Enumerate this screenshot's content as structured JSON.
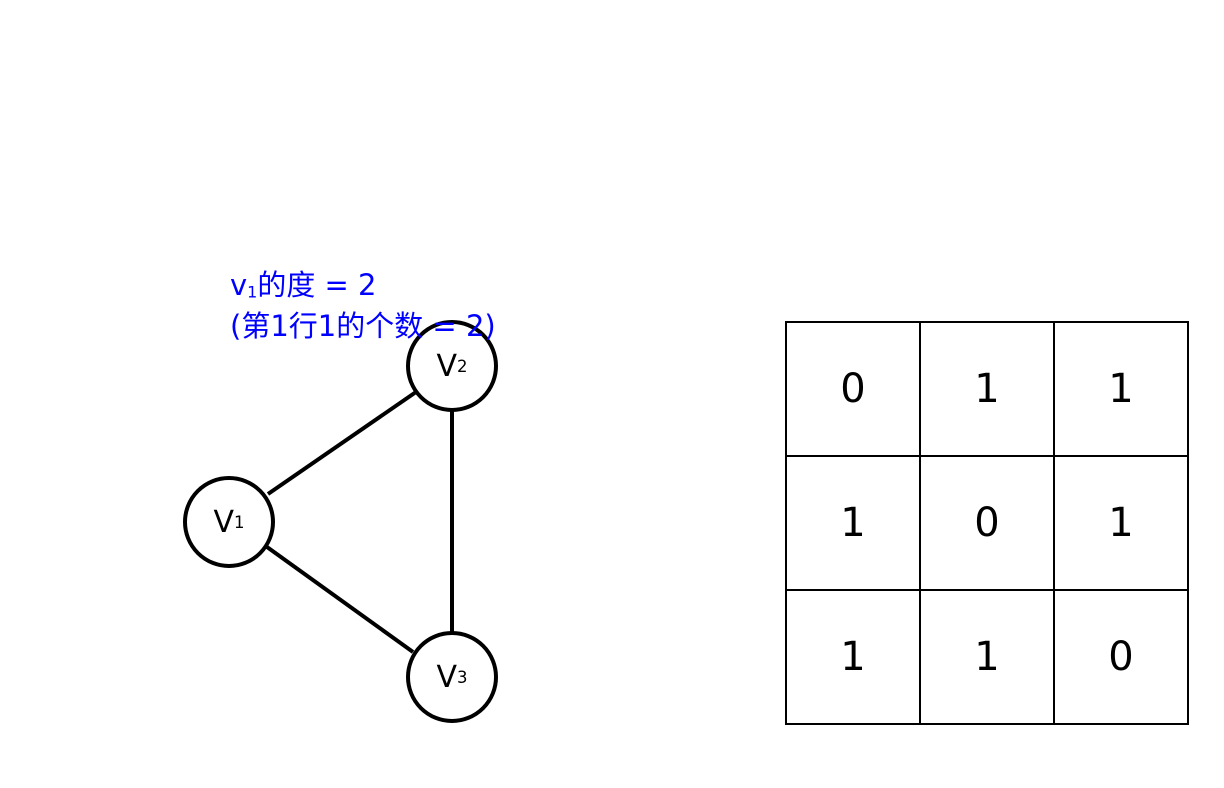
{
  "annotation": {
    "line1_prefix": "v",
    "line1_sub": "1",
    "line1_suffix": "的度 = 2",
    "line2": "(第1行1的个数 = 2)",
    "color": "#0000ff"
  },
  "graph": {
    "nodes": [
      {
        "id": "v1",
        "letter": "V",
        "sub": "1"
      },
      {
        "id": "v2",
        "letter": "V",
        "sub": "2"
      },
      {
        "id": "v3",
        "letter": "V",
        "sub": "3"
      }
    ],
    "edges": [
      [
        "v1",
        "v2"
      ],
      [
        "v2",
        "v3"
      ],
      [
        "v1",
        "v3"
      ]
    ]
  },
  "matrix": {
    "rows": [
      [
        "0",
        "1",
        "1"
      ],
      [
        "1",
        "0",
        "1"
      ],
      [
        "1",
        "1",
        "0"
      ]
    ]
  }
}
